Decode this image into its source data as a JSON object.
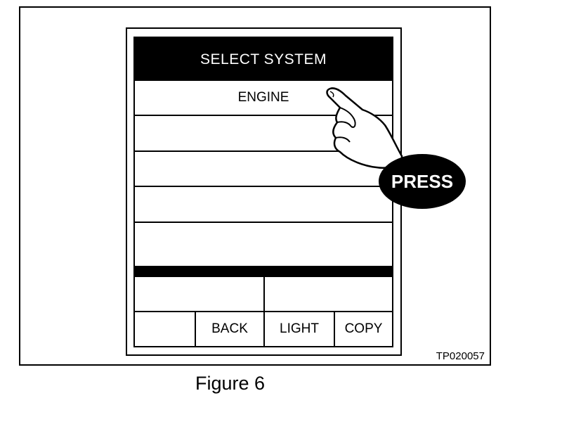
{
  "screen": {
    "title": "SELECT SYSTEM",
    "items": [
      "ENGINE",
      "",
      "",
      "",
      ""
    ]
  },
  "function_keys": [
    "",
    "BACK",
    "LIGHT",
    "COPY"
  ],
  "press_label": "PRESS",
  "reference_code": "TP020057",
  "caption": "Figure 6",
  "icons": {
    "pointer": "pointing-hand-icon"
  }
}
